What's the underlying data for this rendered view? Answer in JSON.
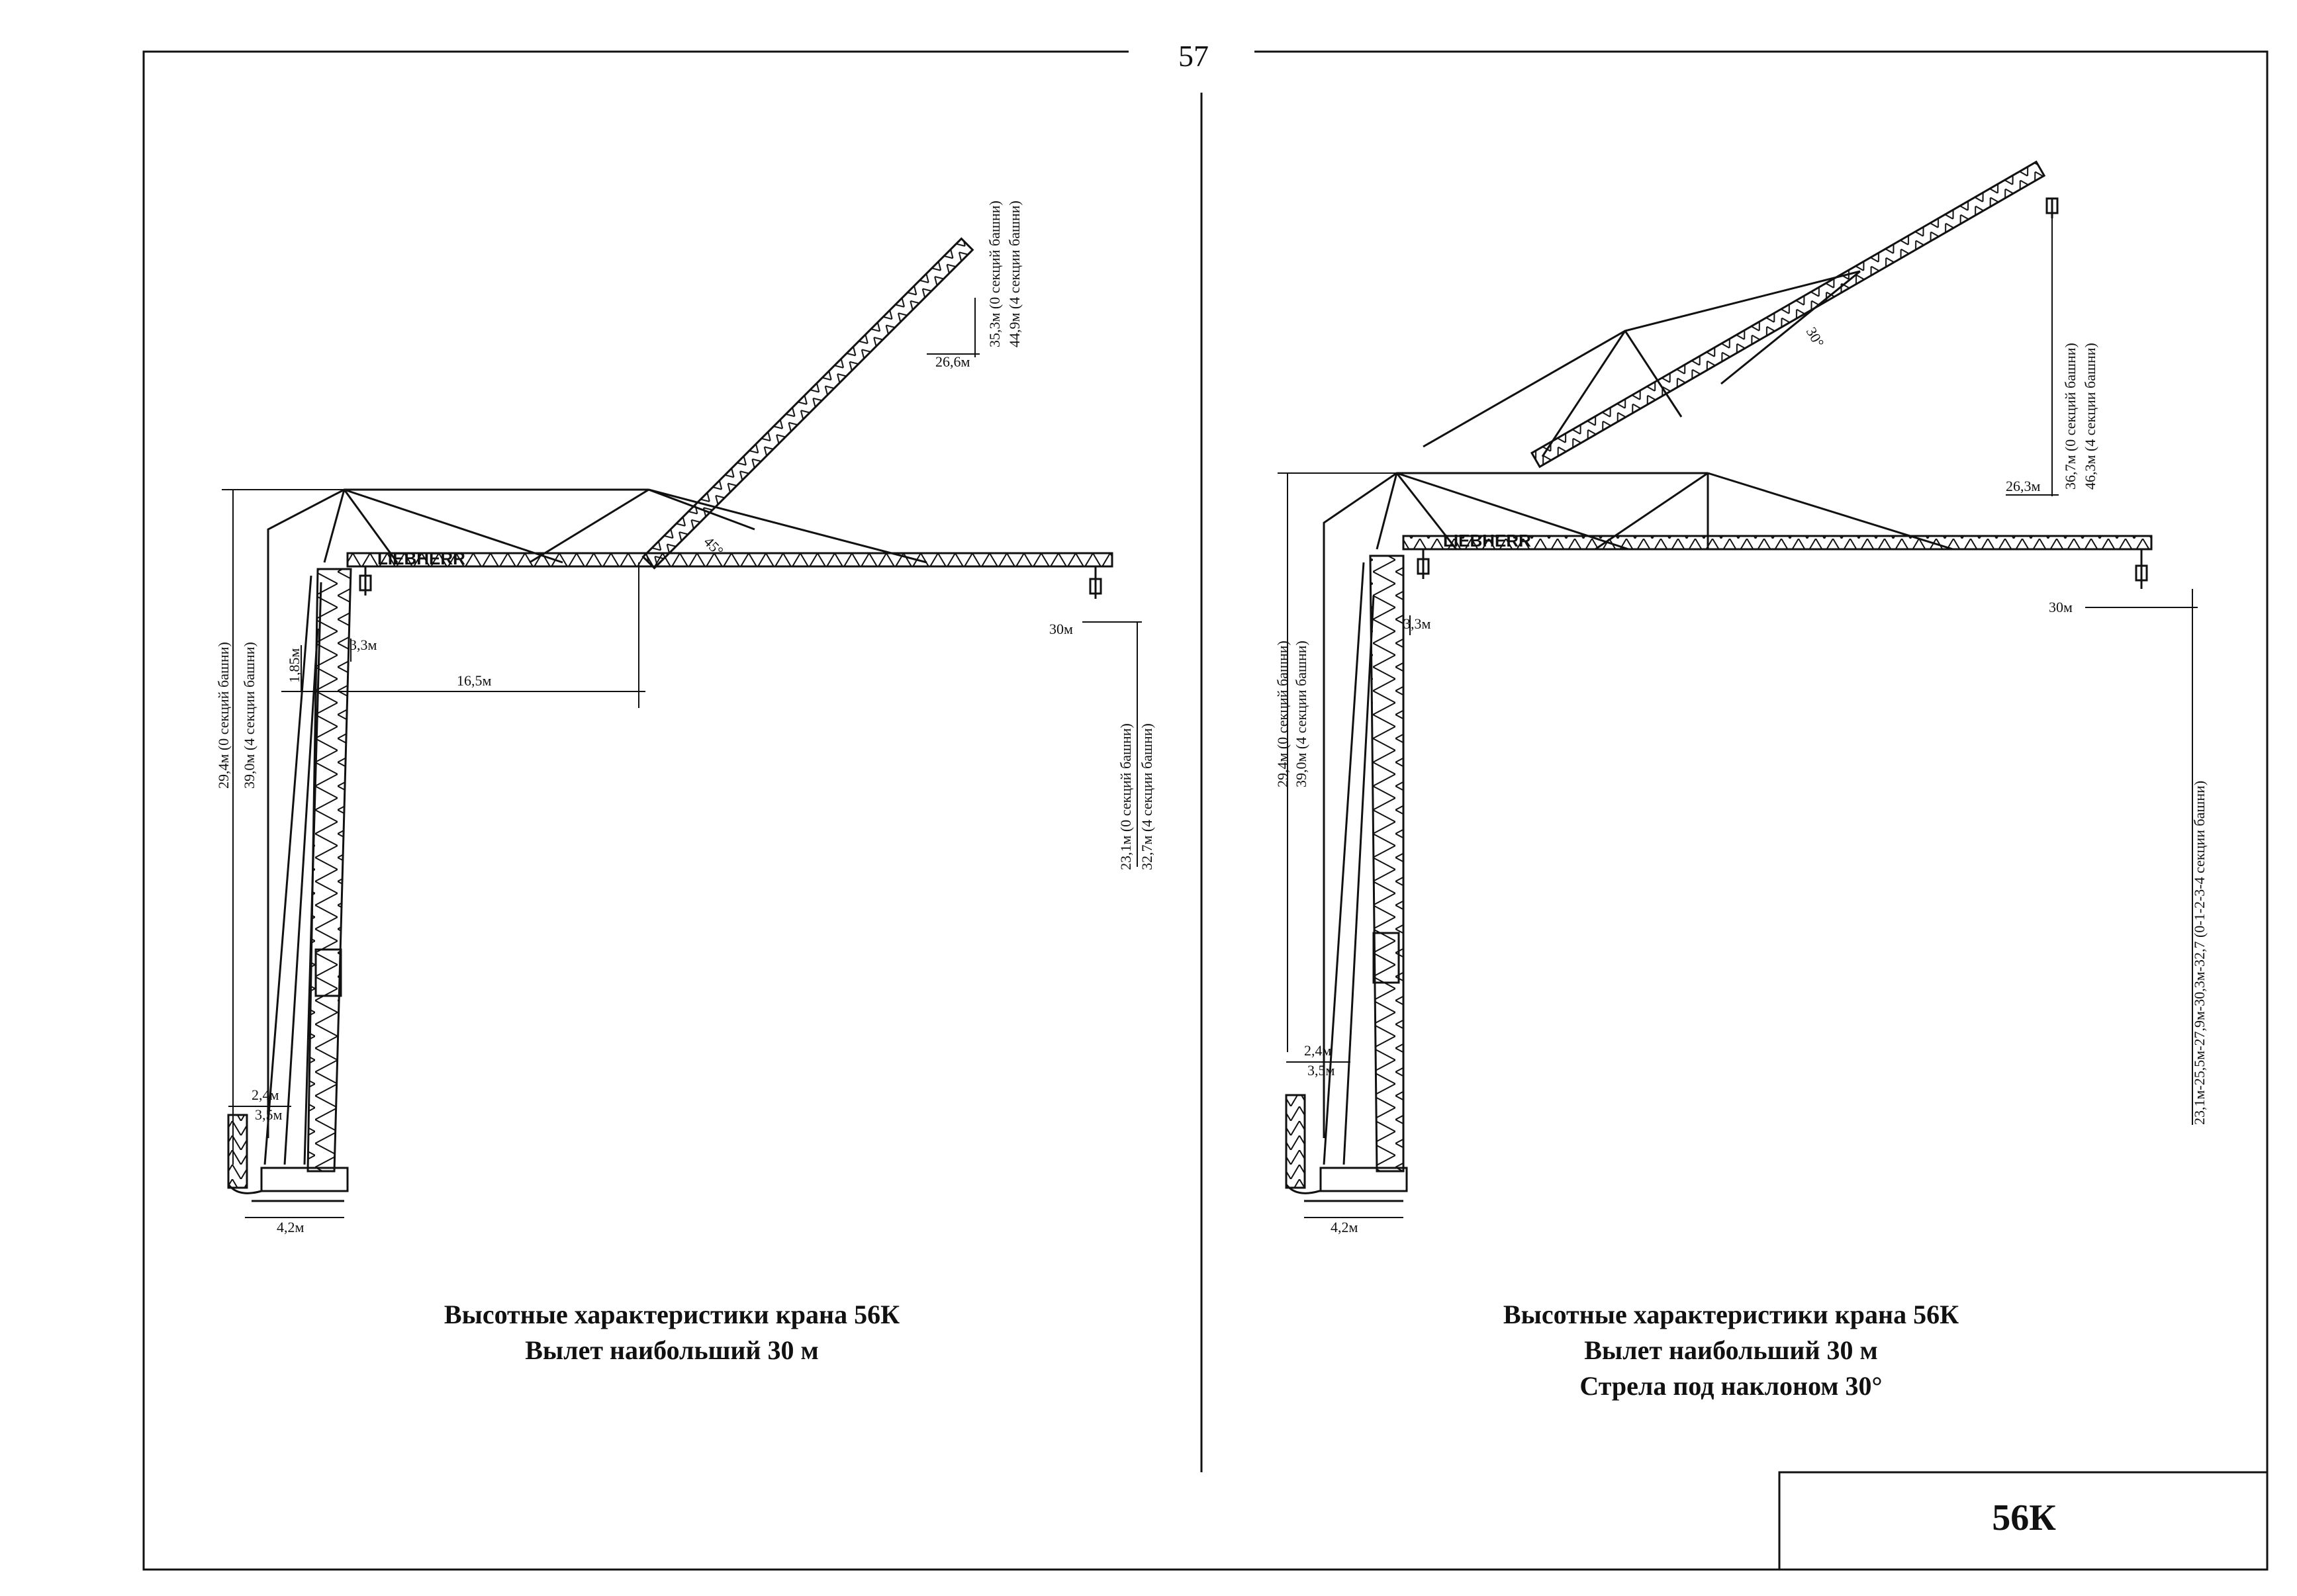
{
  "page": {
    "number": "57",
    "code": "56К"
  },
  "left_panel": {
    "caption_lines": [
      "Высотные характеристики крана 56К",
      "Вылет наибольший 30 м"
    ],
    "labels": {
      "tower_height": "29,4м (0 секций башни)",
      "tower_height_alt": "39,0м (4 секции башни)",
      "counter_jib_offset": "1,85м",
      "pivot_offset": "3,3м",
      "luff_pivot_radius": "16,5м",
      "luffed_height": "35,3м (0 секций башни)",
      "luffed_height_alt": "44,9м (4 секции башни)",
      "luffed_radius": "26,6м",
      "max_radius": "30м",
      "hook_height": "23,1м (0 секций башни)",
      "hook_height_alt": "32,7м (4 секции башни)",
      "ballast_width": "2,4м",
      "ballast_width_alt": "3,5м",
      "base_width": "4,2м",
      "luff_angle": "45°"
    }
  },
  "right_panel": {
    "caption_lines": [
      "Высотные характеристики крана 56К",
      "Вылет наибольший 30 м",
      "Стрела под наклоном 30°"
    ],
    "labels": {
      "tower_height": "29,4м (0 секций башни)",
      "tower_height_alt": "39,0м (4 секции башни)",
      "pivot_offset": "3,3м",
      "luffed_height": "36,7м (0 секций башни)",
      "luffed_height_alt": "46,3м (4 секции башни)",
      "luffed_radius": "26,3м",
      "max_radius": "30м",
      "hook_height_range": "23,1м-25,5м-27,9м-30,3м-32,7 (0-1-2-3-4 секции башни)",
      "ballast_width": "2,4м",
      "ballast_width_alt": "3,5м",
      "base_width": "4,2м",
      "luff_angle": "30°"
    }
  },
  "logo_text": "LIEBHERR"
}
